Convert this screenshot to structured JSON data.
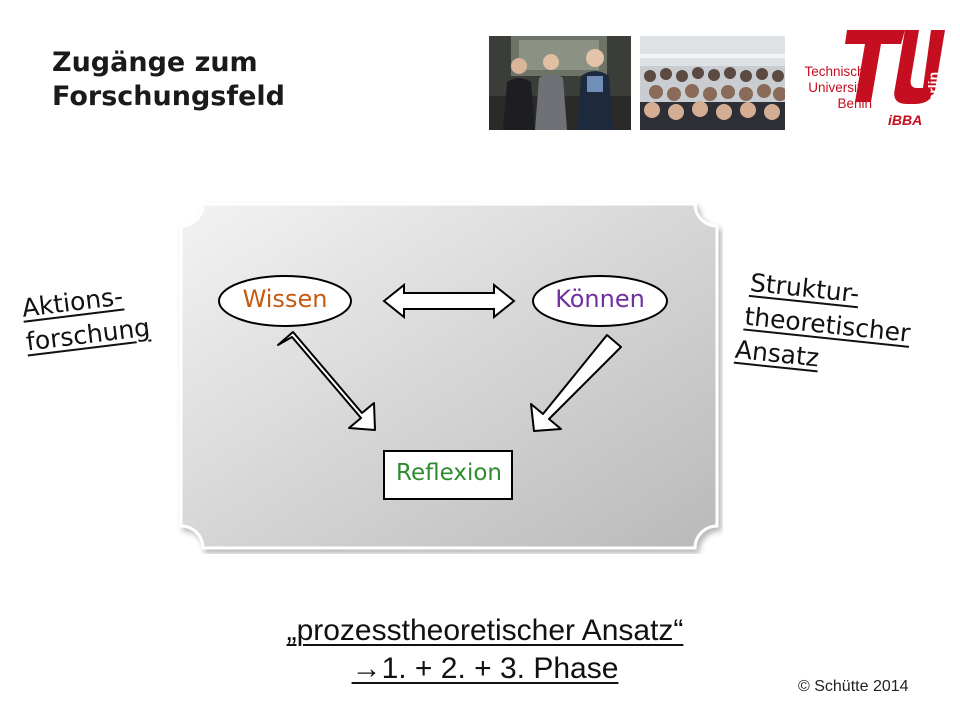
{
  "title": {
    "line1": "Zugänge zum",
    "line2": "Forschungsfeld"
  },
  "photos": [
    {
      "icon": "presentation-photo"
    },
    {
      "icon": "audience-photo"
    }
  ],
  "logo": {
    "brand_color": "#c50e1f",
    "berlin_mark": "berlin",
    "line1": "Technische",
    "line2": "Universität",
    "line3": "Berlin",
    "institute": "iBBA"
  },
  "diagram": {
    "nodes": {
      "wissen": "Wissen",
      "koennen": "Können",
      "reflexion": "Reflexion"
    },
    "colors": {
      "wissen": "#c55a11",
      "koennen": "#7030a0",
      "reflexion": "#2e8b2e"
    }
  },
  "left_label": {
    "line1": "Aktions-",
    "line2": "forschung"
  },
  "right_label": {
    "line1": "Struktur-",
    "line2": "theoretischer",
    "line3": "Ansatz"
  },
  "bottom": {
    "line1": "„prozesstheoretischer Ansatz“",
    "line2": "→1. + 2. + 3. Phase"
  },
  "copyright": "© Schütte 2014"
}
